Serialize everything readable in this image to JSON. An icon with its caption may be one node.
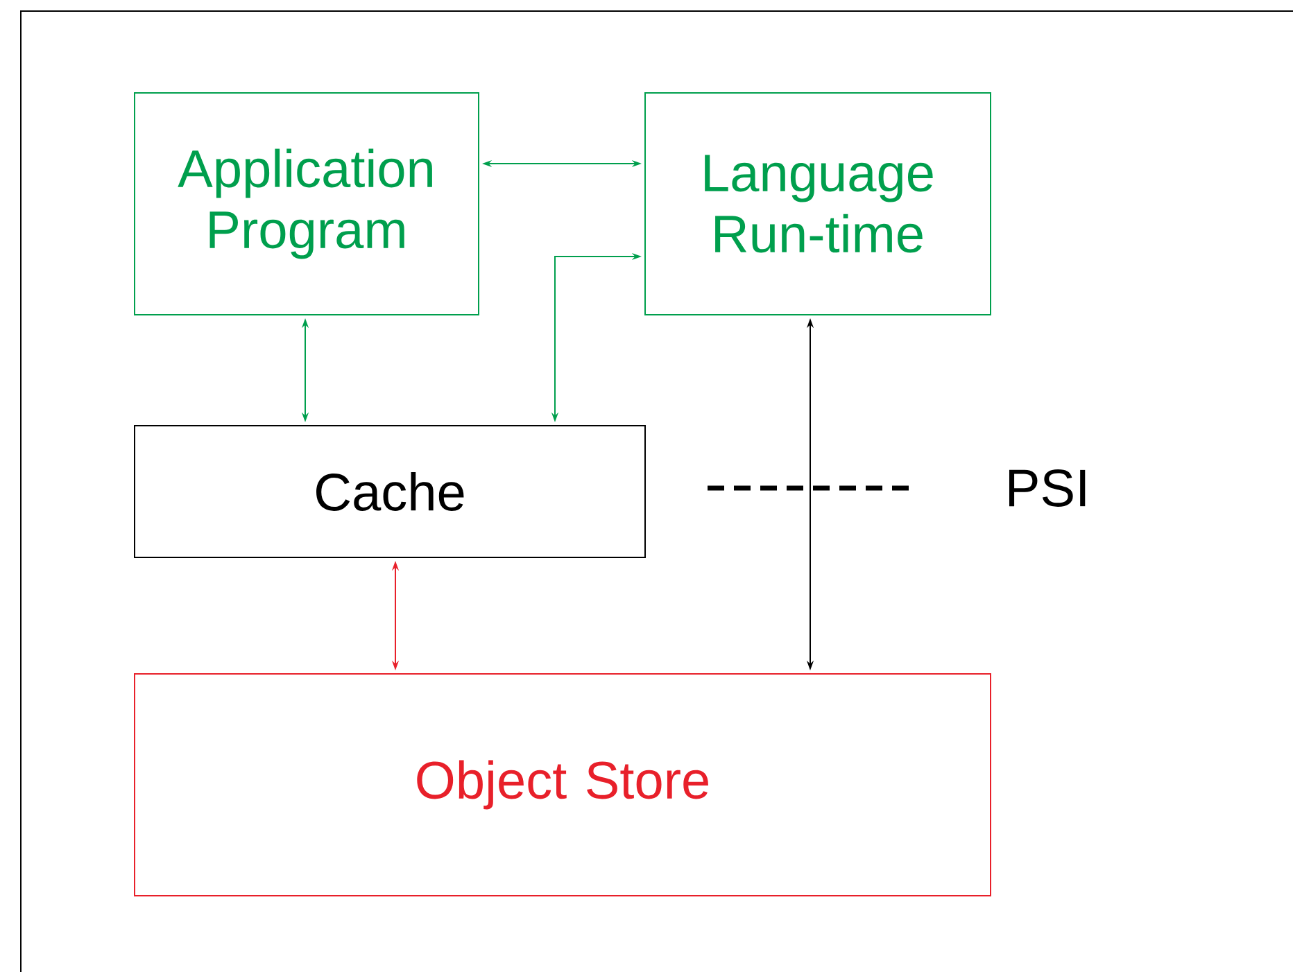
{
  "diagram": {
    "nodes": [
      {
        "text": [
          "Application Program"
        ]
      },
      {
        "text": [
          "Language Run-time"
        ]
      },
      {
        "text": [
          "Cache"
        ]
      },
      {
        "text": [
          "Object Store"
        ]
      }
    ],
    "edges": [
      {
        "from": 0,
        "to": 1,
        "arrow": "both"
      },
      {
        "from": 2,
        "to": 1,
        "arrow": "both"
      },
      {
        "from": 0,
        "to": 2,
        "arrow": "both"
      },
      {
        "from": 2,
        "to": 3,
        "arrow": "both",
        "color": "#e8202a"
      },
      {
        "from": 1,
        "to": 3,
        "arrow": "both",
        "color": "#000000"
      }
    ],
    "labels": [
      "PSI"
    ]
  }
}
